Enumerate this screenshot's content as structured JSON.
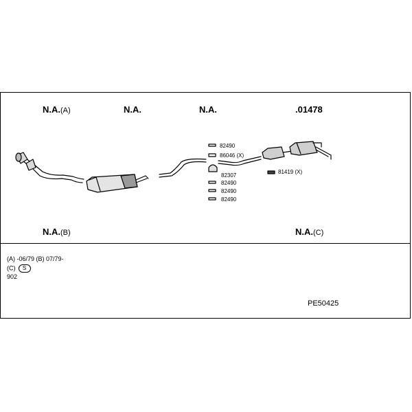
{
  "top_labels": [
    {
      "code": "N.A.",
      "suffix": "(A)"
    },
    {
      "code": "N.A.",
      "suffix": ""
    },
    {
      "code": "N.A.",
      "suffix": ""
    },
    {
      "code": ".01478",
      "suffix": ""
    }
  ],
  "bottom_labels": [
    {
      "code": "N.A.",
      "suffix": "(B)"
    },
    {
      "code": "N.A.",
      "suffix": "(C)"
    }
  ],
  "parts": {
    "p1": "82490",
    "p2": "86046 (X)",
    "p3": "82307",
    "p4": "82490",
    "p5": "82490",
    "p6": "82490",
    "p7": "81419 (X)"
  },
  "notes": {
    "line1": "(A) -06/79  (B)  07/79-",
    "line2_prefix": "(C)",
    "line2_symbol": "S",
    "line3": "902"
  },
  "reference": "PE50425"
}
